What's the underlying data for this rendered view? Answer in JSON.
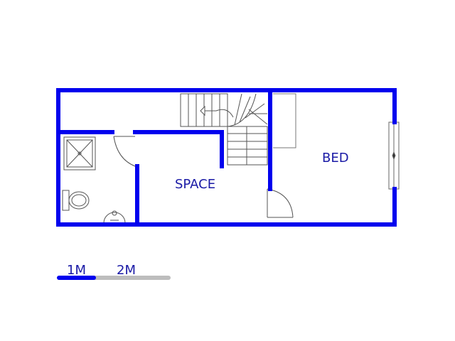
{
  "rooms": {
    "space": "SPACE",
    "bed": "BED"
  },
  "scale": {
    "one": "1M",
    "two": "2M"
  },
  "colors": {
    "wall": "#0000ee",
    "fixture": "#555555",
    "scale_grey": "#bdbdbd",
    "label": "#1a1aa6"
  }
}
